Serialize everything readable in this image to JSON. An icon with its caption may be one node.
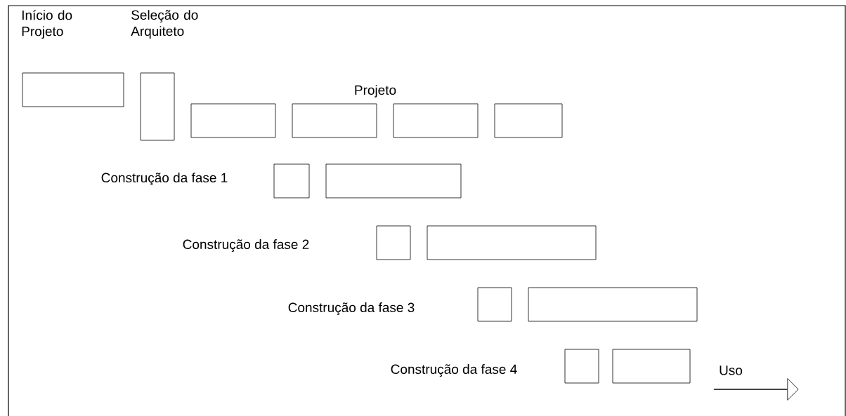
{
  "diagram": {
    "nodes": [
      {
        "text": [
          "Início do Projeto"
        ]
      },
      {
        "text": [
          "Seleção do Arquiteto"
        ]
      },
      {
        "text": [],
        "shape": "box"
      },
      {
        "text": [],
        "shape": "box"
      },
      {
        "text": [],
        "shape": "box"
      },
      {
        "text": [],
        "shape": "box"
      },
      {
        "text": [],
        "shape": "box"
      },
      {
        "text": [],
        "shape": "box"
      },
      {
        "text": [],
        "shape": "box"
      },
      {
        "text": [],
        "shape": "box"
      },
      {
        "text": [],
        "shape": "box"
      },
      {
        "text": [],
        "shape": "box"
      },
      {
        "text": [],
        "shape": "box"
      },
      {
        "text": [],
        "shape": "box"
      },
      {
        "text": [],
        "shape": "arrow"
      }
    ],
    "labels": [
      "Projeto",
      "Construção da fase 1",
      "Construção da fase 2",
      "Construção da fase 3",
      "Construção da fase 4",
      "Uso"
    ]
  }
}
